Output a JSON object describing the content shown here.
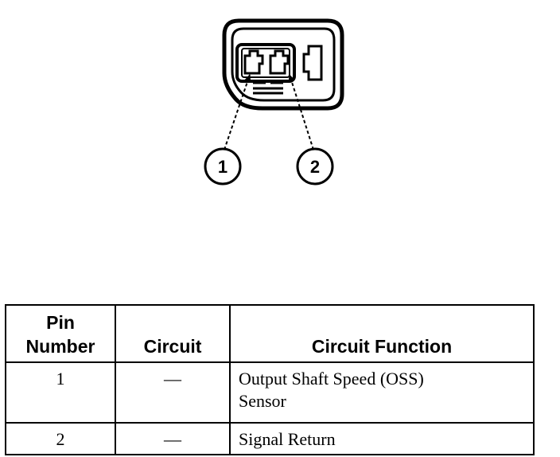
{
  "diagram": {
    "callouts": [
      "1",
      "2"
    ]
  },
  "table": {
    "headers": {
      "pin_number_line1": "Pin",
      "pin_number_line2": "Number",
      "circuit": "Circuit",
      "circuit_function": "Circuit Function"
    },
    "rows": [
      {
        "pin": "1",
        "circuit": "—",
        "function_line1": "Output Shaft Speed (OSS)",
        "function_line2": "Sensor"
      },
      {
        "pin": "2",
        "circuit": "—",
        "function_line1": "Signal Return",
        "function_line2": ""
      }
    ]
  }
}
